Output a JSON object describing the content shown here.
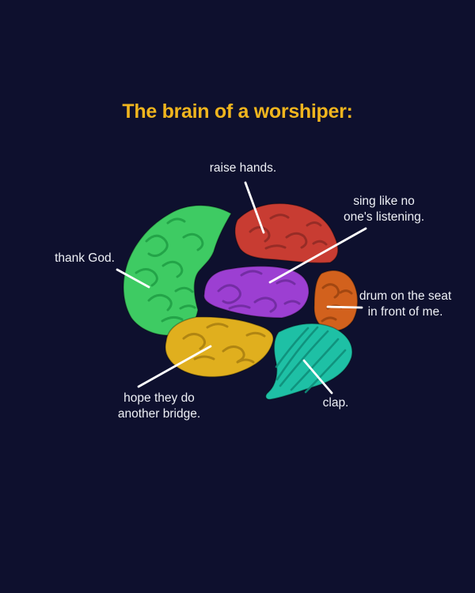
{
  "title": {
    "text": "The brain of a worshiper:",
    "color": "#f0b51e"
  },
  "background_color": "#0e102e",
  "text_color": "#eef0f6",
  "diagram": {
    "subject": "brain of a worshiper",
    "labels": {
      "raise_hands": {
        "line1": "raise hands."
      },
      "sing": {
        "line1": "sing like no",
        "line2": "one's listening."
      },
      "thank_god": {
        "line1": "thank God."
      },
      "drum": {
        "line1": "drum on the seat",
        "line2": "in front of me."
      },
      "hope": {
        "line1": "hope they do",
        "line2": "another bridge."
      },
      "clap": {
        "line1": "clap."
      }
    },
    "regions": {
      "frontal_lobe": {
        "color": "#3ecb63",
        "shade": "#1f9e44",
        "label": "thank God."
      },
      "parietal_lobe": {
        "color": "#c83c32",
        "shade": "#8f2a24",
        "label": "raise hands."
      },
      "central_lobe": {
        "color": "#9c3fd2",
        "shade": "#6e2a9c",
        "label": "sing like no one's listening."
      },
      "occipital_lobe": {
        "color": "#d2611d",
        "shade": "#9a430f",
        "label": "drum on the seat in front of me."
      },
      "temporal_lobe": {
        "color": "#e0af1e",
        "shade": "#a87e10",
        "label": "hope they do another bridge."
      },
      "cerebellum": {
        "color": "#1ec0a5",
        "shade": "#0f8f7a",
        "label": "clap."
      }
    },
    "connector_color": "#ffffff"
  }
}
